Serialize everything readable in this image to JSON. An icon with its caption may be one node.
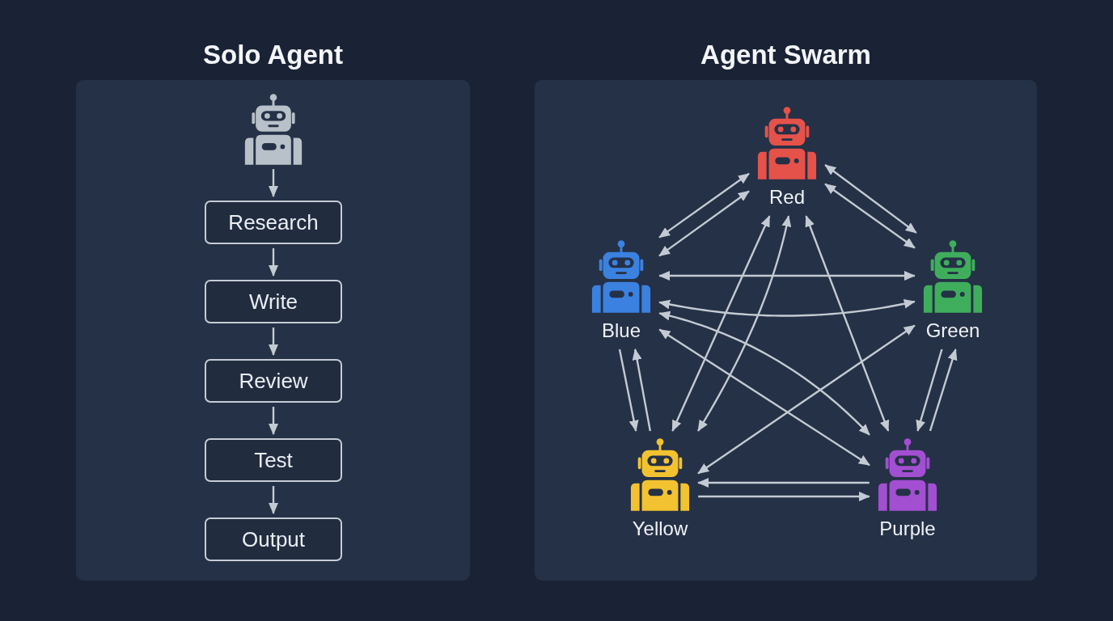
{
  "diagram": {
    "nodes": [
      {
        "text": [
          "Solo Agent"
        ]
      },
      {
        "text": [],
        "shape": "picture",
        "in": 0
      },
      {
        "text": [
          "Research"
        ],
        "in": 0
      },
      {
        "text": [
          "Write"
        ],
        "in": 0
      },
      {
        "text": [
          "Review"
        ],
        "in": 0
      },
      {
        "text": [
          "Test"
        ],
        "in": 0
      },
      {
        "text": [
          "Output"
        ],
        "in": 0
      },
      {
        "text": [
          "Agent Swarm"
        ]
      },
      {
        "text": [
          "Red"
        ],
        "in": 7
      },
      {
        "text": [
          "Blue"
        ],
        "in": 7
      },
      {
        "text": [
          "Green"
        ],
        "in": 7
      },
      {
        "text": [
          "Yellow"
        ],
        "in": 7
      },
      {
        "text": [
          "Purple"
        ],
        "in": 7
      }
    ],
    "edges": [
      {
        "from": 1,
        "to": 2,
        "arrow": "to"
      },
      {
        "from": 2,
        "to": 3,
        "arrow": "to"
      },
      {
        "from": 3,
        "to": 4,
        "arrow": "to"
      },
      {
        "from": 4,
        "to": 5,
        "arrow": "to"
      },
      {
        "from": 5,
        "to": 6,
        "arrow": "to"
      },
      {
        "from": 8,
        "to": 9,
        "arrow": "both"
      },
      {
        "from": 8,
        "to": 9,
        "arrow": "both"
      },
      {
        "from": 8,
        "to": 10,
        "arrow": "both"
      },
      {
        "from": 8,
        "to": 10,
        "arrow": "both"
      },
      {
        "from": 9,
        "to": 10,
        "arrow": "both"
      },
      {
        "from": 9,
        "to": 10,
        "arrow": "both"
      },
      {
        "from": 9,
        "to": 11,
        "arrow": "to"
      },
      {
        "from": 11,
        "to": 9,
        "arrow": "to"
      },
      {
        "from": 10,
        "to": 12,
        "arrow": "to"
      },
      {
        "from": 12,
        "to": 10,
        "arrow": "to"
      },
      {
        "from": 12,
        "to": 11,
        "arrow": "to"
      },
      {
        "from": 11,
        "to": 12,
        "arrow": "to"
      },
      {
        "from": 8,
        "to": 11,
        "arrow": "both"
      },
      {
        "from": 8,
        "to": 11,
        "arrow": "both"
      },
      {
        "from": 8,
        "to": 12,
        "arrow": "both"
      },
      {
        "from": 9,
        "to": 12,
        "arrow": "both"
      },
      {
        "from": 9,
        "to": 12,
        "arrow": "both"
      },
      {
        "from": 10,
        "to": 11,
        "arrow": "both"
      }
    ]
  }
}
